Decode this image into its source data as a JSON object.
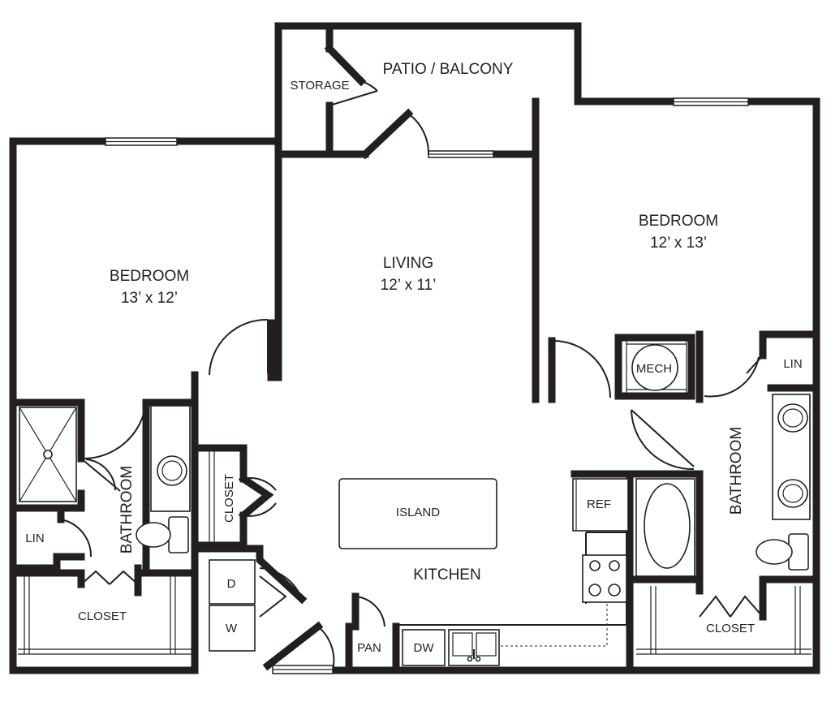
{
  "rooms": {
    "storage": "STORAGE",
    "patio": "PATIO / BALCONY",
    "bedroom_left": {
      "name": "BEDROOM",
      "size": "13’ x 12’"
    },
    "living": {
      "name": "LIVING",
      "size": "12’ x 11’"
    },
    "bedroom_right": {
      "name": "BEDROOM",
      "size": "12’ x 13’"
    },
    "mech": "MECH",
    "lin_right": "LIN",
    "bathroom_right": "BATHROOM",
    "bathroom_left": "BATHROOM",
    "lin_left": "LIN",
    "closet_hall": "CLOSET",
    "island": "ISLAND",
    "ref": "REF",
    "kitchen": "KITCHEN",
    "closet_left": "CLOSET",
    "closet_right": "CLOSET",
    "dryer": "D",
    "washer": "W",
    "pantry": "PAN",
    "dishwasher": "DW"
  }
}
